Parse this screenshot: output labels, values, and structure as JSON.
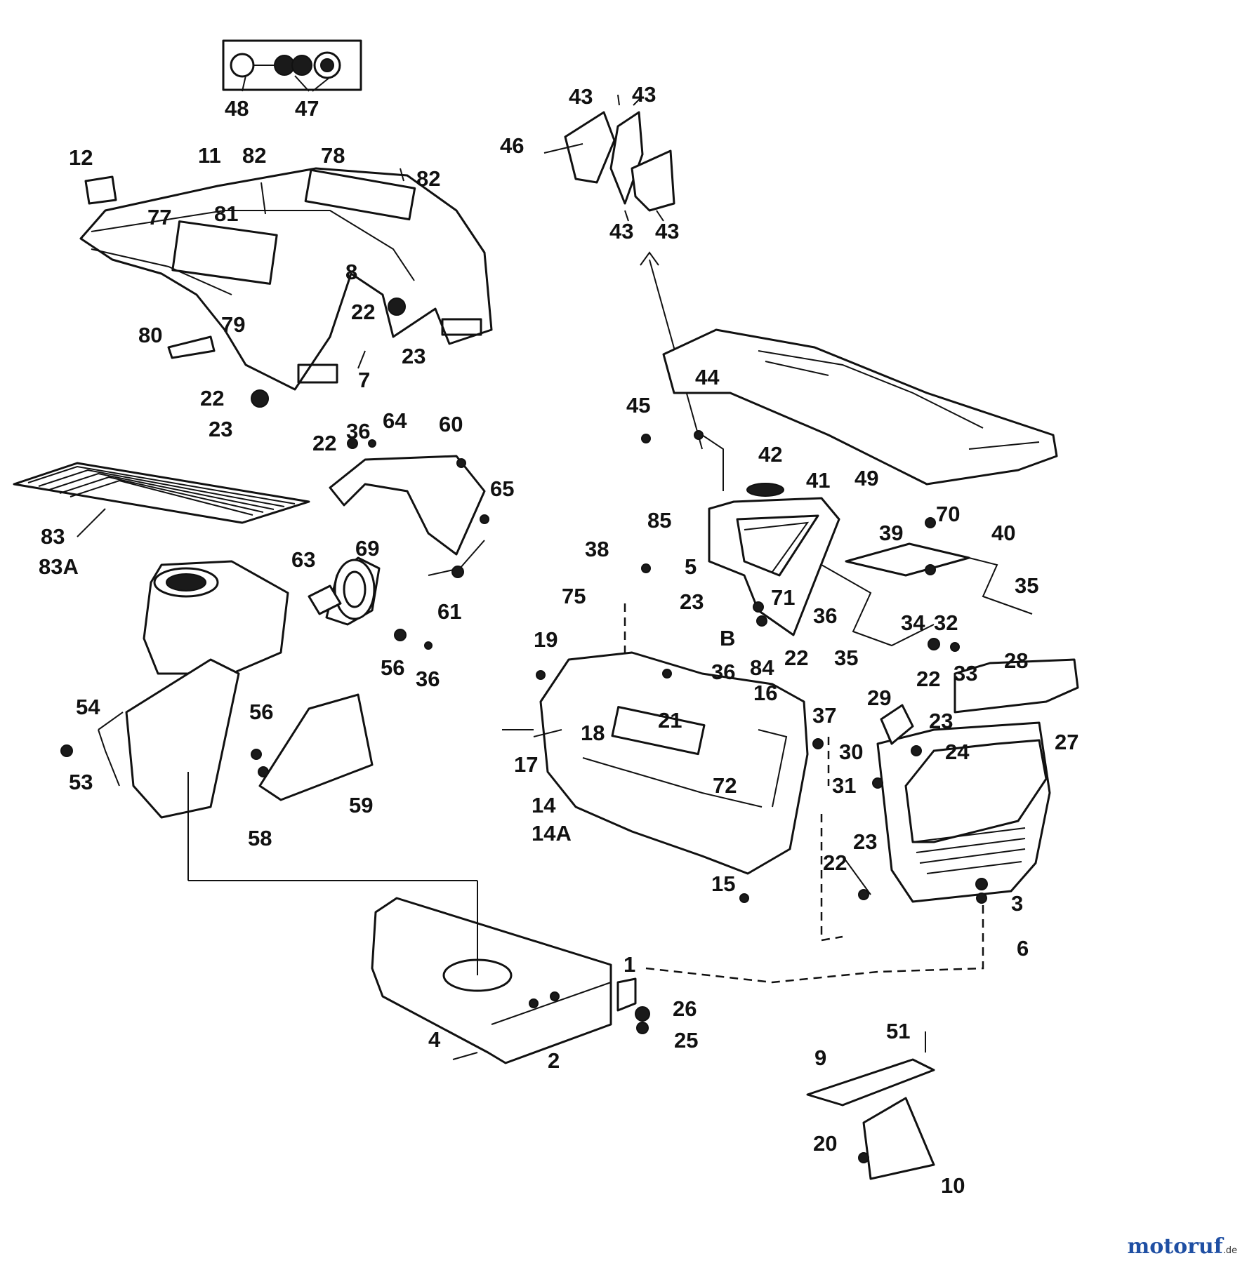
{
  "diagram": {
    "labels": {
      "p48": "48",
      "p47": "47",
      "p43a": "43",
      "p43b": "43",
      "p43c": "43",
      "p43d": "43",
      "p46": "46",
      "p12": "12",
      "p11": "11",
      "p82a": "82",
      "p78": "78",
      "p82b": "82",
      "p77": "77",
      "p81": "81",
      "p8": "8",
      "p22a": "22",
      "p23a": "23",
      "p80": "80",
      "p79": "79",
      "p7": "7",
      "p22b": "22",
      "p23b": "23",
      "p44": "44",
      "p45": "45",
      "p42": "42",
      "p41": "41",
      "p49": "49",
      "p85": "85",
      "p70": "70",
      "p39": "39",
      "p40": "40",
      "p38": "38",
      "p5": "5",
      "p75": "75",
      "p23c": "23",
      "p71": "71",
      "p35a": "35",
      "p36a": "36",
      "p34": "34",
      "p32": "32",
      "pB": "B",
      "p84": "84",
      "p22c": "22",
      "p35b": "35",
      "p33": "33",
      "p22d": "22",
      "p36b": "36",
      "p64": "64",
      "p60": "60",
      "p65": "65",
      "p83": "83",
      "p83A": "83A",
      "p63": "63",
      "p69": "69",
      "p61": "61",
      "p56a": "56",
      "p36c": "36",
      "p19": "19",
      "p36d": "36",
      "p28": "28",
      "p22e": "22",
      "p16": "16",
      "p37": "37",
      "p29": "29",
      "p21": "21",
      "p18": "18",
      "p23d": "23",
      "p27": "27",
      "p17": "17",
      "p72": "72",
      "p30": "30",
      "p24": "24",
      "p31": "31",
      "p14": "14",
      "p14A": "14A",
      "p54": "54",
      "p53": "53",
      "p56b": "56",
      "p58": "58",
      "p59": "59",
      "p23e": "23",
      "p22f": "22",
      "p15": "15",
      "p3": "3",
      "p6": "6",
      "p1": "1",
      "p26": "26",
      "p25": "25",
      "p4": "4",
      "p2": "2",
      "p51": "51",
      "p9": "9",
      "p20": "20",
      "p10": "10"
    }
  },
  "watermark": {
    "brand": "motoruf",
    "suffix": ".de"
  },
  "colors": {
    "ink": "#111111",
    "background": "#ffffff",
    "brand_blue": "#1f4fa3",
    "brand_green": "#3a9a3a",
    "brand_orange": "#e07b1a"
  }
}
